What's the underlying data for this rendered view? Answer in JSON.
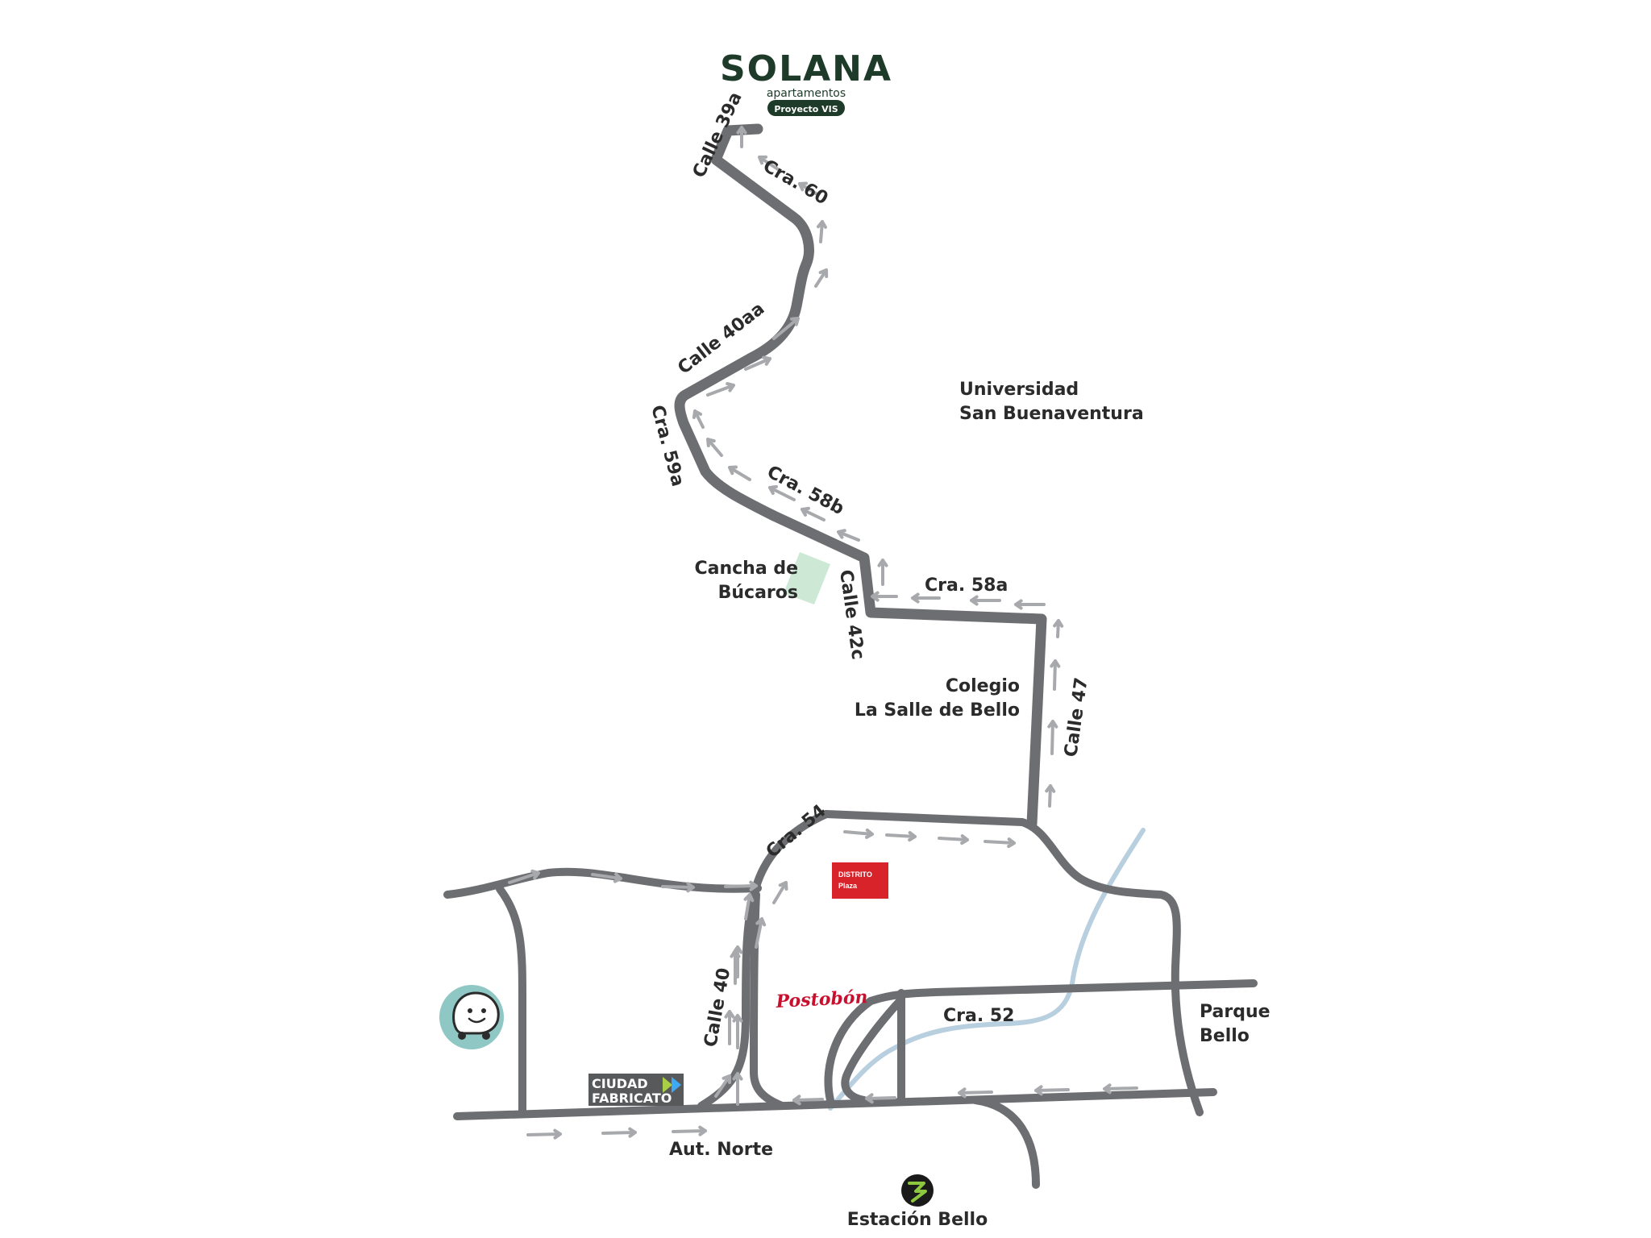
{
  "brand": {
    "name": "SOLANA",
    "subtitle": "apartamentos",
    "badge": "Proyecto VIS",
    "color": "#1e3b2a"
  },
  "streets": {
    "calle_39a": "Calle 39a",
    "cra_60": "Cra. 60",
    "calle_40aa": "Calle 40aa",
    "cra_59a": "Cra. 59a",
    "cra_58b": "Cra. 58b",
    "calle_42c": "Calle 42c",
    "cra_58a": "Cra. 58a",
    "calle_47": "Calle 47",
    "cra_54": "Cra. 54",
    "calle_40": "Calle 40",
    "cra_52": "Cra. 52",
    "aut_norte": "Aut. Norte"
  },
  "places": {
    "universidad_1": "Universidad",
    "universidad_2": "San Buenaventura",
    "cancha_1": "Cancha de",
    "cancha_2": "Búcaros",
    "colegio_1": "Colegio",
    "colegio_2": "La Salle de Bello",
    "parque_1": "Parque",
    "parque_2": "Bello",
    "estacion": "Estación Bello"
  },
  "logos": {
    "distrito_1": "DISTRITO",
    "distrito_2": "Plaza",
    "postobon": "Postobón",
    "ciudad_1": "CIUDAD",
    "ciudad_2": "FABRICATO"
  },
  "icons": {
    "waze": "waze-icon",
    "metro": "metro-station-icon"
  },
  "colors": {
    "road": "#6d6e71",
    "arrow": "#a7a9ac",
    "river": "#b7cfdf",
    "cancha": "#cde9d6",
    "distrito": "#d8232a",
    "postobon": "#c8102e",
    "waze_bg": "#8fc7c4"
  }
}
